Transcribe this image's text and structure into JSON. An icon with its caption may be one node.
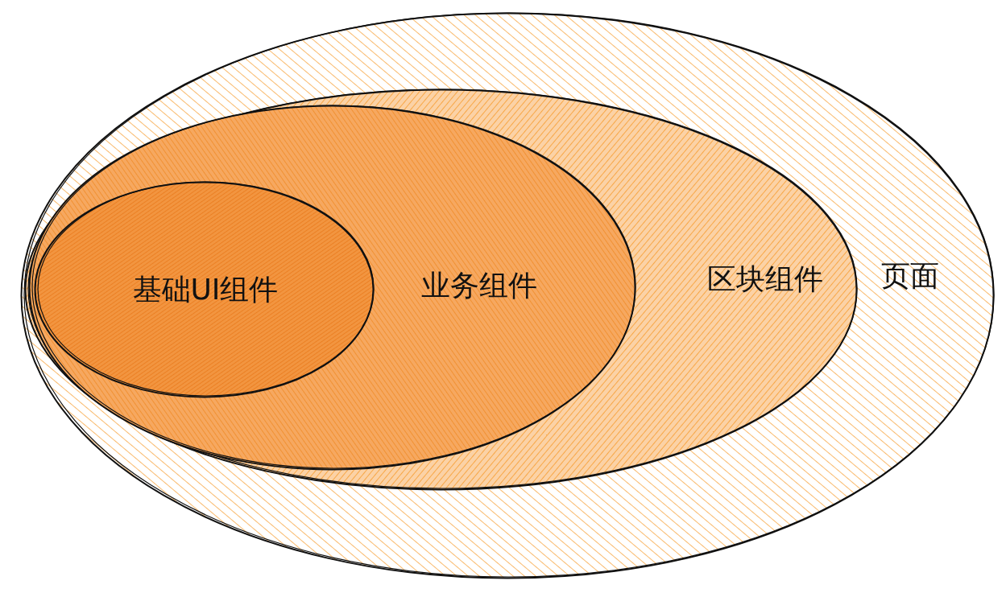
{
  "diagram": {
    "nodes": [
      {
        "text": [
          "页面"
        ]
      },
      {
        "text": [
          "区块组件"
        ],
        "in": 0
      },
      {
        "text": [
          "业务组件"
        ],
        "in": 1
      },
      {
        "text": [
          "基础UI组件"
        ],
        "in": 2
      }
    ]
  }
}
